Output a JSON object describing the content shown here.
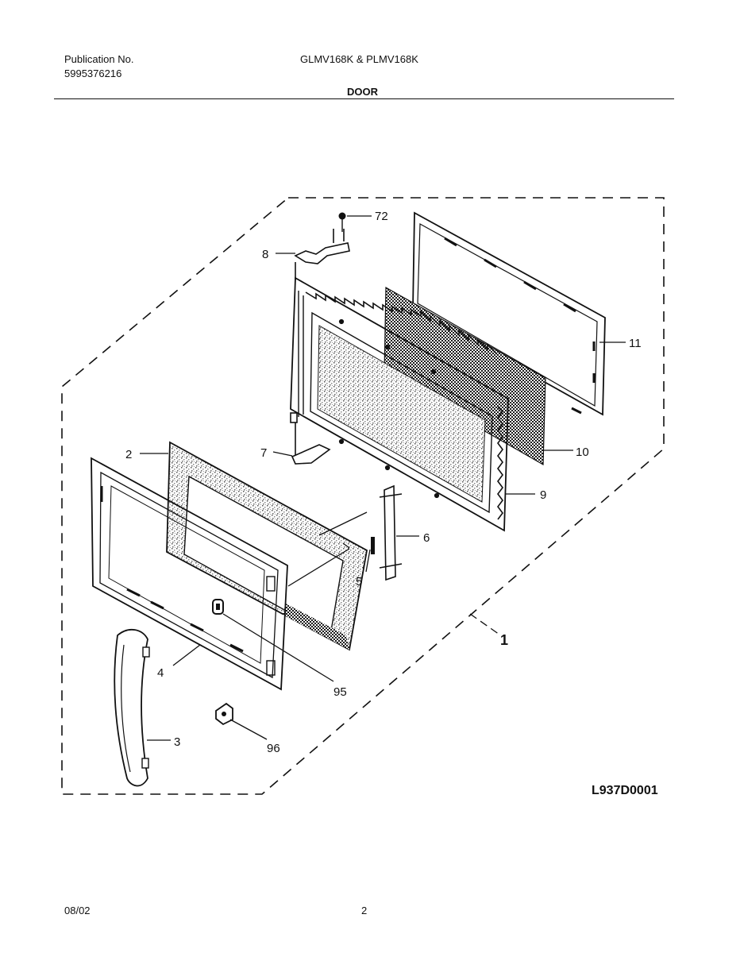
{
  "header": {
    "publication_label": "Publication No.",
    "publication_number": "5995376216",
    "models": "GLMV168K & PLMV168K",
    "section": "DOOR"
  },
  "diagram": {
    "callouts": {
      "c72": "72",
      "c8": "8",
      "c11": "11",
      "c7": "7",
      "c2": "2",
      "c10": "10",
      "c9": "9",
      "c6": "6",
      "c5": "5",
      "c1": "1",
      "c4": "4",
      "c95": "95",
      "c3": "3",
      "c96": "96"
    },
    "drawing_code": "L937D0001"
  },
  "footer": {
    "date": "08/02",
    "page_number": "2"
  }
}
